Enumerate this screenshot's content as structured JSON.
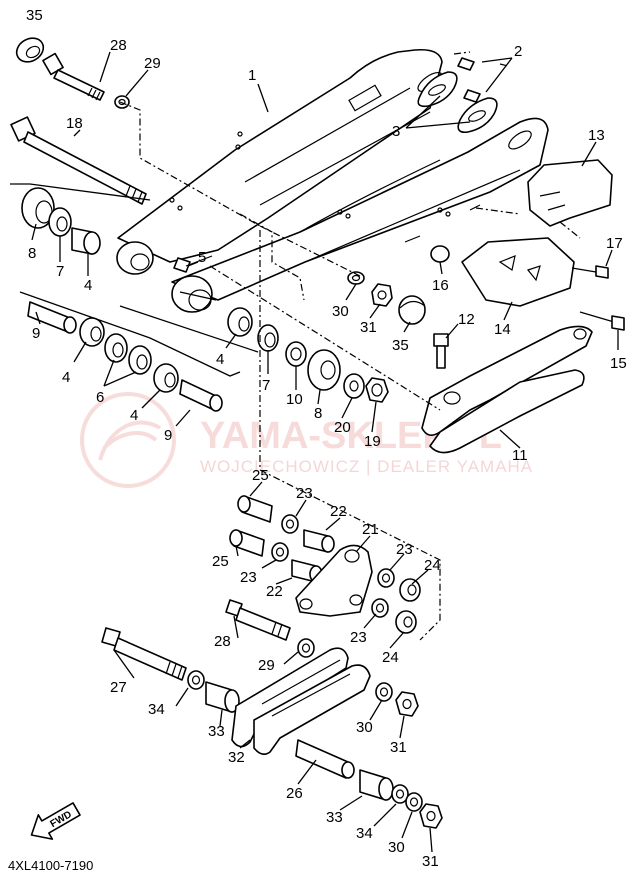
{
  "diagram": {
    "catalog_code": "4XL4100-7190",
    "fwd_label": "FWD",
    "watermark": {
      "name": "YAMA-SKLEP.PL",
      "subtitle": "WOJCIECHOWICZ | DEALER YAMAHA"
    },
    "callouts": [
      {
        "id": "c35a",
        "text": "35"
      },
      {
        "id": "c28a",
        "text": "28"
      },
      {
        "id": "c29a",
        "text": "29"
      },
      {
        "id": "c1",
        "text": "1"
      },
      {
        "id": "c2",
        "text": "2"
      },
      {
        "id": "c3",
        "text": "3"
      },
      {
        "id": "c18",
        "text": "18"
      },
      {
        "id": "c13",
        "text": "13"
      },
      {
        "id": "c8a",
        "text": "8"
      },
      {
        "id": "c7a",
        "text": "7"
      },
      {
        "id": "c4a",
        "text": "4"
      },
      {
        "id": "c5",
        "text": "5"
      },
      {
        "id": "c16",
        "text": "16"
      },
      {
        "id": "c17",
        "text": "17"
      },
      {
        "id": "c30a",
        "text": "30"
      },
      {
        "id": "c31a",
        "text": "31"
      },
      {
        "id": "c35b",
        "text": "35"
      },
      {
        "id": "c12",
        "text": "12"
      },
      {
        "id": "c14",
        "text": "14"
      },
      {
        "id": "c15",
        "text": "15"
      },
      {
        "id": "c9a",
        "text": "9"
      },
      {
        "id": "c4b",
        "text": "4"
      },
      {
        "id": "c4c",
        "text": "4"
      },
      {
        "id": "c6",
        "text": "6"
      },
      {
        "id": "c4d",
        "text": "4"
      },
      {
        "id": "c9b",
        "text": "9"
      },
      {
        "id": "c7b",
        "text": "7"
      },
      {
        "id": "c10",
        "text": "10"
      },
      {
        "id": "c8b",
        "text": "8"
      },
      {
        "id": "c20",
        "text": "20"
      },
      {
        "id": "c19",
        "text": "19"
      },
      {
        "id": "c11",
        "text": "11"
      },
      {
        "id": "c25a",
        "text": "25"
      },
      {
        "id": "c23a",
        "text": "23"
      },
      {
        "id": "c22a",
        "text": "22"
      },
      {
        "id": "c21",
        "text": "21"
      },
      {
        "id": "c25b",
        "text": "25"
      },
      {
        "id": "c23b",
        "text": "23"
      },
      {
        "id": "c22b",
        "text": "22"
      },
      {
        "id": "c23c",
        "text": "23"
      },
      {
        "id": "c24a",
        "text": "24"
      },
      {
        "id": "c23d",
        "text": "23"
      },
      {
        "id": "c28b",
        "text": "28"
      },
      {
        "id": "c24b",
        "text": "24"
      },
      {
        "id": "c27",
        "text": "27"
      },
      {
        "id": "c29b",
        "text": "29"
      },
      {
        "id": "c34a",
        "text": "34"
      },
      {
        "id": "c33a",
        "text": "33"
      },
      {
        "id": "c30b",
        "text": "30"
      },
      {
        "id": "c32",
        "text": "32"
      },
      {
        "id": "c31b",
        "text": "31"
      },
      {
        "id": "c26",
        "text": "26"
      },
      {
        "id": "c33b",
        "text": "33"
      },
      {
        "id": "c34b",
        "text": "34"
      },
      {
        "id": "c30c",
        "text": "30"
      },
      {
        "id": "c31c",
        "text": "31"
      }
    ]
  }
}
